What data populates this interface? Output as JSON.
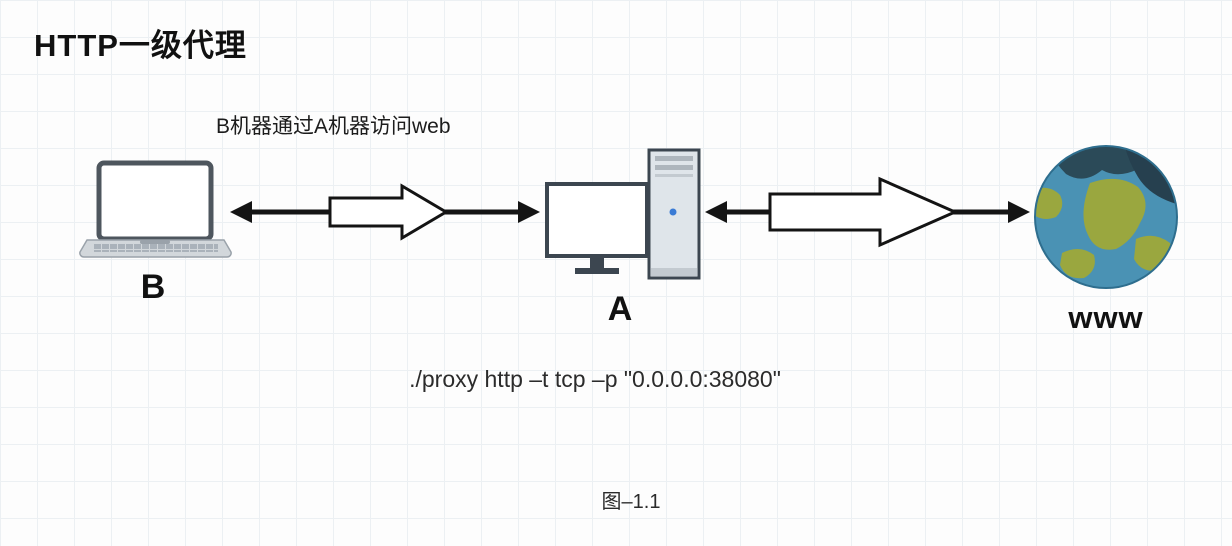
{
  "diagram": {
    "title": "HTTP一级代理",
    "subtitle": "B机器通过A机器访问web",
    "nodes": {
      "laptop_label": "B",
      "proxy_label": "A",
      "web_label": "www"
    },
    "command": "./proxy http –t tcp –p \"0.0.0.0:38080\"",
    "caption": "图–1.1",
    "colors": {
      "grid_line": "#ecf0f3",
      "arrow": "#141414",
      "block_arrow_fill": "#ffffff",
      "laptop_frame": "#4e565e",
      "laptop_base": "#d2d7db",
      "tower_body": "#dfe5ea",
      "tower_dot": "#3a7bd5",
      "globe_ocean": "#4a92b4",
      "globe_land": "#9aa73f",
      "globe_dark": "#2b4a58"
    }
  }
}
